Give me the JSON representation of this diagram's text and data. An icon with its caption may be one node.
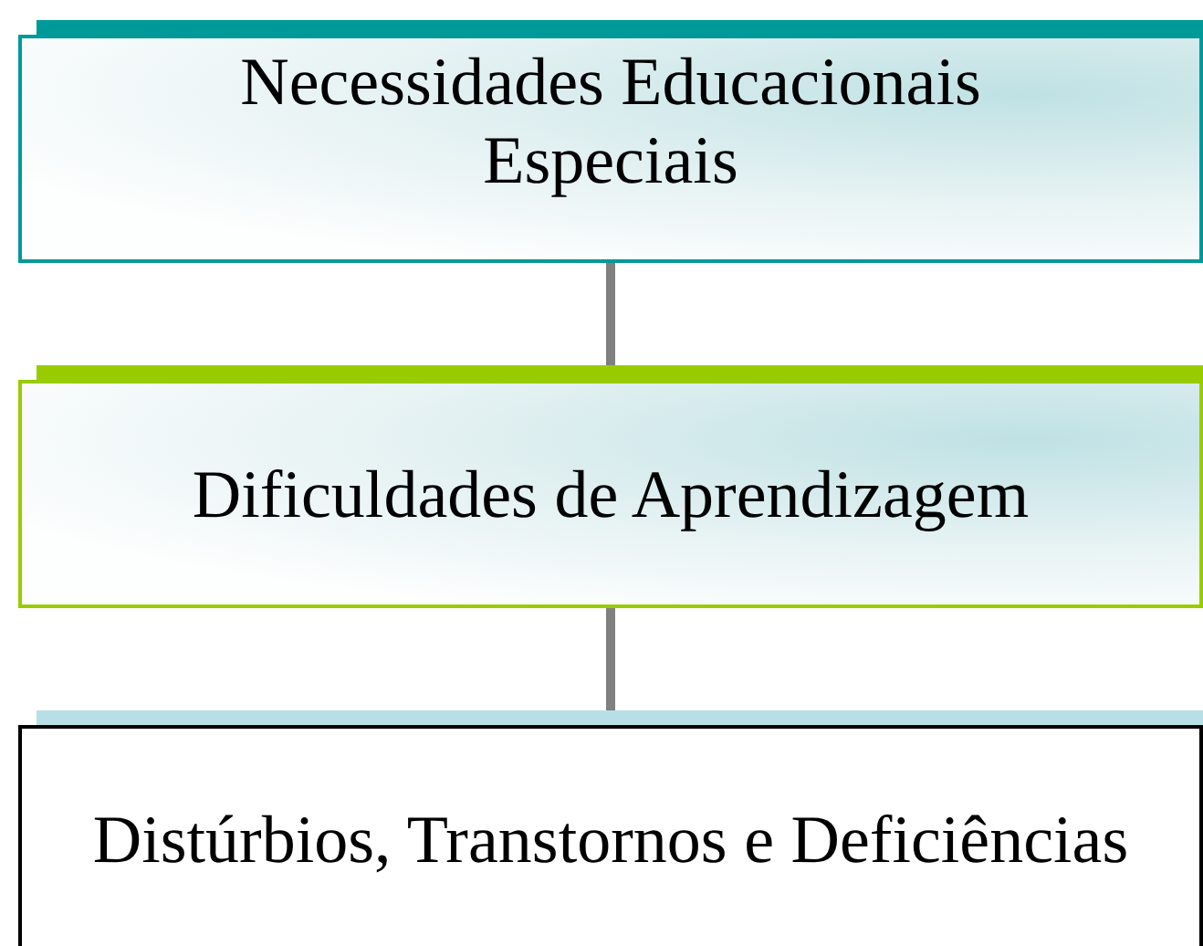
{
  "diagram": {
    "nodes": [
      {
        "text": [
          "Necessidades Educacionais Especiais"
        ]
      },
      {
        "text": [
          "Dificuldades de Aprendizagem"
        ]
      },
      {
        "text": [
          "Distúrbios, Transtornos e Deficiências"
        ]
      }
    ],
    "edges": [
      {
        "from": 0,
        "to": 1,
        "arrow": "none"
      },
      {
        "from": 1,
        "to": 2,
        "arrow": "none"
      }
    ]
  }
}
